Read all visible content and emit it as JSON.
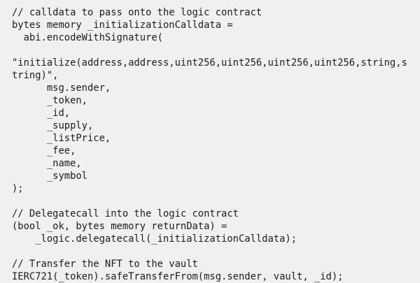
{
  "document": {
    "kind": "code-snippet",
    "language": "solidity",
    "background_color": "#f0f0f0",
    "text_color": "#1c1c1c",
    "lines": [
      "// calldata to pass onto the logic contract",
      "bytes memory _initializationCalldata =",
      "  abi.encodeWithSignature(",
      "",
      "\"initialize(address,address,uint256,uint256,uint256,uint256,string,s",
      "tring)\",",
      "      msg.sender,",
      "      _token,",
      "      _id,",
      "      _supply,",
      "      _listPrice,",
      "      _fee,",
      "      _name,",
      "      _symbol",
      ");",
      "",
      "// Delegatecall into the logic contract",
      "(bool _ok, bytes memory returnData) =",
      "    _logic.delegatecall(_initializationCalldata);",
      "",
      "// Transfer the NFT to the vault",
      "IERC721(_token).safeTransferFrom(msg.sender, vault, _id);"
    ]
  }
}
